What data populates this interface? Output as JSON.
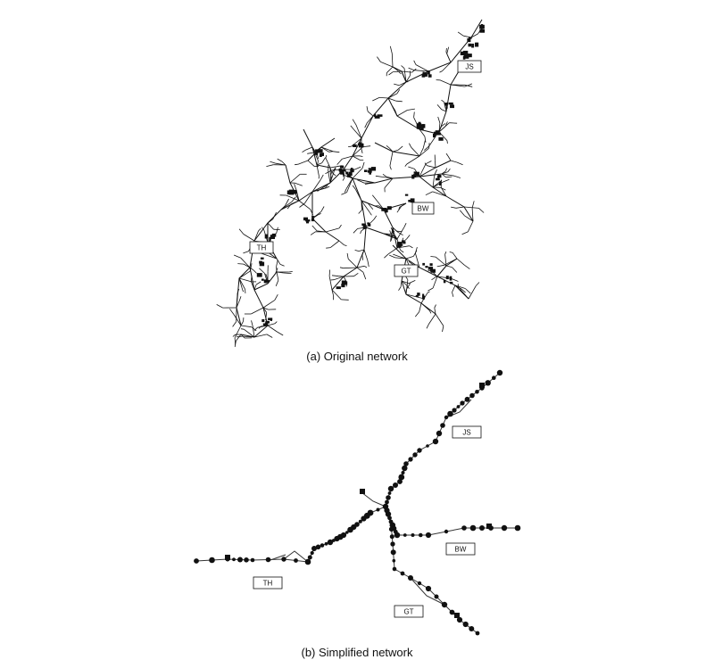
{
  "panels": [
    {
      "caption": "(a) Original network",
      "labels": {
        "js": "JS",
        "bw": "BW",
        "th": "TH",
        "gt": "GT"
      }
    },
    {
      "caption": "(b) Simplified network",
      "labels": {
        "js": "JS",
        "bw": "BW",
        "th": "TH",
        "gt": "GT"
      }
    }
  ]
}
